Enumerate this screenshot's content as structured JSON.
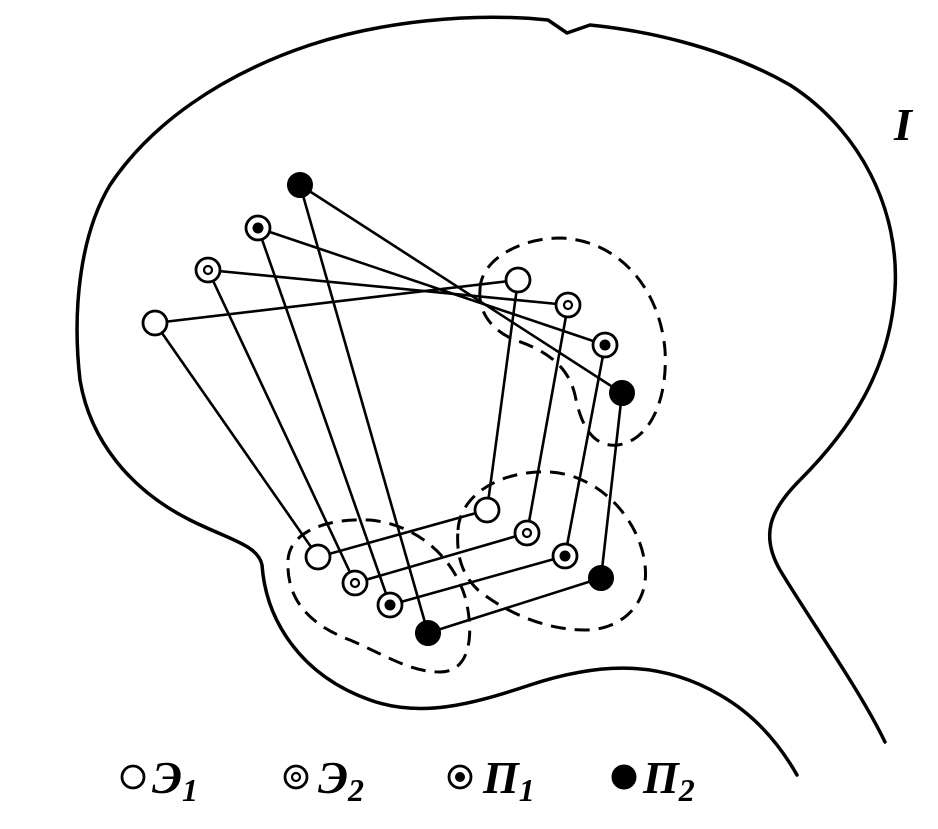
{
  "diagram": {
    "region_label": "I",
    "legend": [
      {
        "letter": "Э",
        "sub": "1",
        "marker": "open-circle"
      },
      {
        "letter": "Э",
        "sub": "2",
        "marker": "ring-circle"
      },
      {
        "letter": "П",
        "sub": "1",
        "marker": "dot-circle"
      },
      {
        "letter": "П",
        "sub": "2",
        "marker": "filled-circle"
      }
    ]
  },
  "colors": {
    "ink": "#000000",
    "paper": "#ffffff"
  }
}
